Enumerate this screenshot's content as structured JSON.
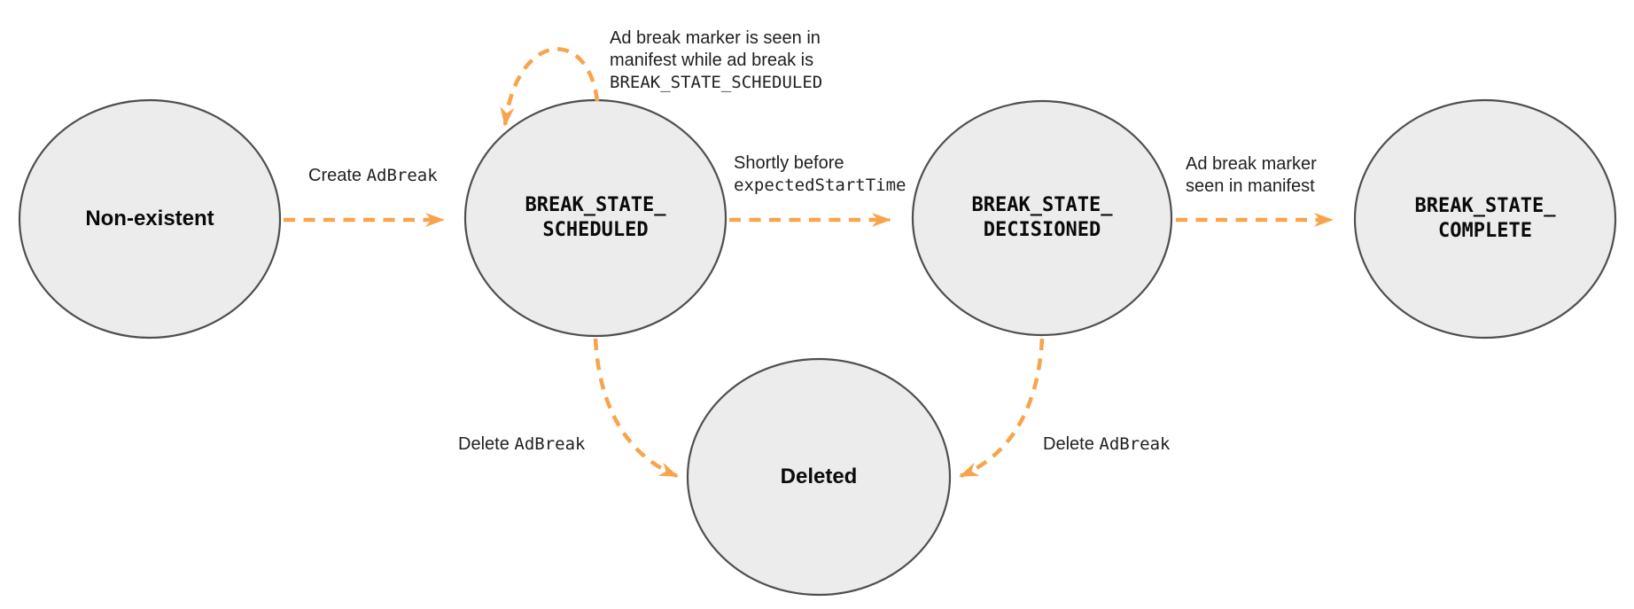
{
  "colors": {
    "accent": "#F8A44C",
    "node_fill": "#ECECEC",
    "node_border": "#4F4F4F",
    "text": "#202124",
    "node_text": "#0A0A0A",
    "background": "#FFFFFF"
  },
  "nodes": [
    {
      "id": "non-existent",
      "label": "Non-existent"
    },
    {
      "id": "break-state-scheduled",
      "label": "BREAK_STATE_\nSCHEDULED"
    },
    {
      "id": "break-state-decisioned",
      "label": "BREAK_STATE_\nDECISIONED"
    },
    {
      "id": "break-state-complete",
      "label": "BREAK_STATE_\nCOMPLETE"
    },
    {
      "id": "deleted",
      "label": "Deleted"
    }
  ],
  "edges": {
    "create": {
      "sans": "Create ",
      "mono": "AdBreak"
    },
    "self_loop": {
      "line1": "Ad break marker is seen in",
      "line2": "manifest while ad break is",
      "line3": "BREAK_STATE_SCHEDULED"
    },
    "decision": {
      "line1": "Shortly before",
      "line2": "expectedStartTime"
    },
    "complete": {
      "line1": "Ad break marker",
      "line2": "seen in manifest"
    },
    "delete_scheduled": {
      "sans": "Delete ",
      "mono": "AdBreak"
    },
    "delete_decisioned": {
      "sans": "Delete ",
      "mono": "AdBreak"
    }
  }
}
